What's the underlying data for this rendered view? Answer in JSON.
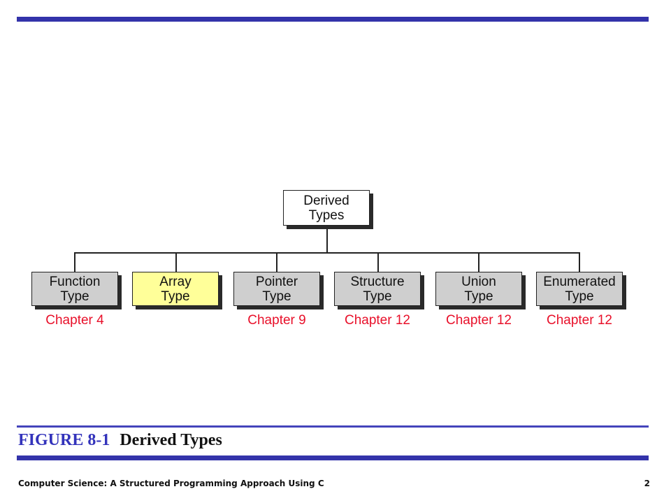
{
  "diagram": {
    "root": {
      "label": "Derived\nTypes"
    },
    "children": [
      {
        "label": "Function\nType",
        "chapter": "Chapter 4",
        "highlighted": false
      },
      {
        "label": "Array\nType",
        "chapter": "",
        "highlighted": true
      },
      {
        "label": "Pointer\nType",
        "chapter": "Chapter 9",
        "highlighted": false
      },
      {
        "label": "Structure\nType",
        "chapter": "Chapter 12",
        "highlighted": false
      },
      {
        "label": "Union\nType",
        "chapter": "Chapter 12",
        "highlighted": false
      },
      {
        "label": "Enumerated\nType",
        "chapter": "Chapter 12",
        "highlighted": false
      }
    ],
    "colors": {
      "box_fill": "#cfcfcf",
      "highlight_fill": "#ffff99",
      "chapter_text": "#e8102a"
    }
  },
  "caption": {
    "number": "FIGURE 8-1",
    "title": "Derived Types",
    "number_color": "#3333bb"
  },
  "footer": {
    "text": "Computer Science: A Structured Programming Approach Using C",
    "page": "2"
  },
  "theme": {
    "rule_color": "#3333aa"
  }
}
